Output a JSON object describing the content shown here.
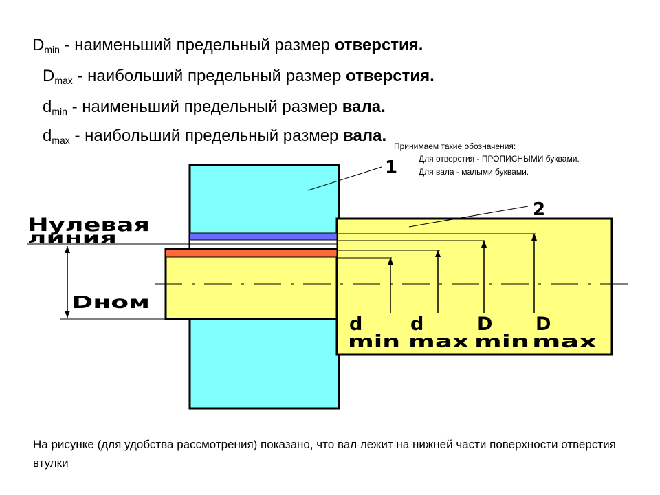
{
  "definitions": [
    {
      "symbol": "D",
      "sub": "min",
      "text": "- наименьший предельный размер",
      "bold": "отверстия."
    },
    {
      "symbol": "D",
      "sub": "max",
      "text": "- наибольший предельный размер",
      "bold": "отверстия."
    },
    {
      "symbol": "d",
      "sub": "min",
      "text": "- наименьший предельный размер",
      "bold": "вала."
    },
    {
      "symbol": "d",
      "sub": "max",
      "text": "- наибольший предельный размер",
      "bold": "вала."
    }
  ],
  "notation": {
    "title": "Принимаем такие обозначения:",
    "hole": "Для отверстия - ПРОПИСНЫМИ буквами.",
    "shaft": "Для вала - малыми буквами."
  },
  "diagram": {
    "zero_line_1": "Нулевая",
    "zero_line_2": "линия",
    "nominal": "Dном",
    "callout_1": "1",
    "callout_2": "2",
    "dim_labels": [
      {
        "top": "d",
        "bottom": "min"
      },
      {
        "top": "d",
        "bottom": "max"
      },
      {
        "top": "D",
        "bottom": "min"
      },
      {
        "top": "D",
        "bottom": "max"
      }
    ],
    "colors": {
      "bushing": "#80ffff",
      "shaft": "#ffff80",
      "hole_tolerance": "#6a6aff",
      "shaft_tolerance": "#ff6a3a"
    }
  },
  "caption": "На рисунке (для удобства рассмотрения) показано, что вал лежит на нижней части поверхности отверстия втулки"
}
